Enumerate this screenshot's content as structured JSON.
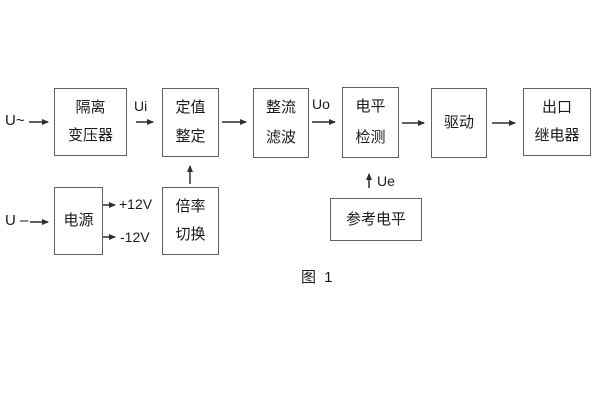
{
  "palette": {
    "background": "#ffffff",
    "line_color": "#2e2e2e",
    "box_border_color": "#606060",
    "text_color": "#1a1a1a"
  },
  "boxes": {
    "isolation_transformer": {
      "line1": "隔离",
      "line2": "变压器"
    },
    "setpoint_adjust": {
      "line1": "定值",
      "line2": "整定"
    },
    "rectifier_filter": {
      "line1": "整流",
      "line2": "滤波"
    },
    "level_detection": {
      "line1": "电平",
      "line2": "检测"
    },
    "driver": {
      "line1": "驱动"
    },
    "output_relay": {
      "line1": "出口",
      "line2": "继电器"
    },
    "power_supply": {
      "line1": "电源"
    },
    "ratio_switch": {
      "line1": "倍率",
      "line2": "切换"
    },
    "reference_level": {
      "line1": "参考电平"
    }
  },
  "labels": {
    "input_ac": "U~",
    "input_dc": "U –",
    "signal_ui": "Ui",
    "signal_uo": "Uo",
    "signal_ue": "Ue",
    "rail_positive": "+12V",
    "rail_negative": "-12V",
    "caption": "图 1"
  }
}
